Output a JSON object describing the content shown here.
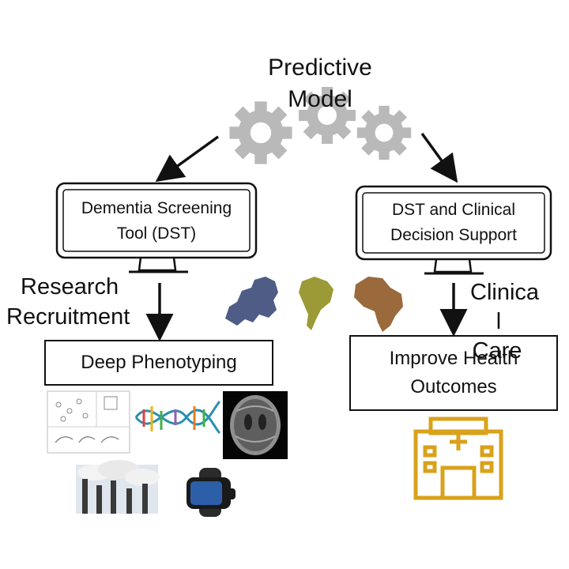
{
  "predictive_model": {
    "line1": "Predictive",
    "line2": "Model"
  },
  "left_monitor": {
    "line1": "Dementia Screening",
    "line2": "Tool (DST)"
  },
  "right_monitor": {
    "line1": "DST and Clinical",
    "line2": "Decision Support"
  },
  "left_side_label": {
    "line1": "Research",
    "line2": "Recruitment"
  },
  "right_side_label": {
    "line1": "Clinica",
    "line2": "l",
    "line3": "Care"
  },
  "left_box": {
    "label": "Deep Phenotyping"
  },
  "right_box": {
    "line1": "Improve Health",
    "line2": "Outcomes"
  },
  "icons": [
    "gears-icon",
    "monitor-icon",
    "europe-map-icon",
    "south-america-map-icon",
    "africa-map-icon",
    "cognitive-test-sheet-icon",
    "dna-helix-icon",
    "brain-mri-icon",
    "factory-smokestacks-icon",
    "smartwatch-icon",
    "hospital-icon"
  ],
  "colors": {
    "gears": "#b9b9b9",
    "europe": "#4f5d86",
    "south_america": "#9c9a36",
    "africa": "#9a6a3c",
    "hospital": "#d9a21b"
  }
}
